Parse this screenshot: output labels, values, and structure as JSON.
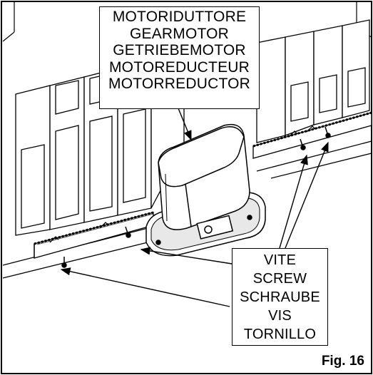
{
  "gearmotor_label": {
    "lines": [
      "MOTORIDUTTORE",
      "GEARMOTOR",
      "GETRIEBEMOTOR",
      "MOTOREDUCTEUR",
      "MOTORREDUCTOR"
    ]
  },
  "screw_label": {
    "lines": [
      "VITE",
      "SCREW",
      "SCHRAUBE",
      "VIS",
      "TORNILLO"
    ]
  },
  "caption": "Fig. 16",
  "colors": {
    "ink": "#000000",
    "paper": "#ffffff",
    "motor_fill": "#ffffff"
  }
}
